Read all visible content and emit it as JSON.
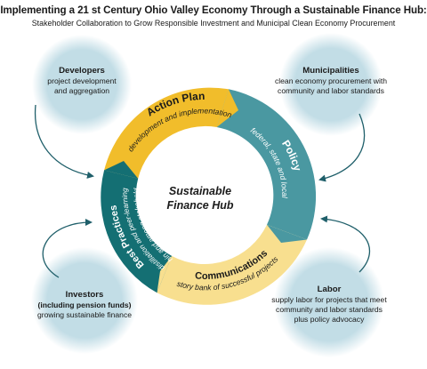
{
  "title": "Implementing a 21 st Century Ohio Valley Economy Through a Sustainable Finance Hub:",
  "subtitle": "Stakeholder Collaboration to Grow Responsible Investment and Municipal Clean Economy Procurement",
  "hub": {
    "line1": "Sustainable",
    "line2": "Finance Hub"
  },
  "segments": [
    {
      "id": "action-plan",
      "heading": "Action Plan",
      "sub": "development and implementation",
      "color": "#f1bd2b"
    },
    {
      "id": "policy",
      "heading": "Policy",
      "sub": "federal, state and local",
      "color": "#4a98a1"
    },
    {
      "id": "communications",
      "heading": "Communications",
      "sub": "story bank of successful projects",
      "color": "#f8df8f"
    },
    {
      "id": "best-practices",
      "heading": "Best Practices",
      "sub1": "distillation and peer-learning",
      "sub2": "within and among stakeholders",
      "color": "#146f73"
    }
  ],
  "stakeholders": {
    "developers": {
      "heading": "Developers",
      "line1": "project development",
      "line2": "and aggregation"
    },
    "municipalities": {
      "heading": "Municipalities",
      "line1": "clean economy procurement with",
      "line2": "community and labor standards"
    },
    "investors": {
      "heading": "Investors",
      "line1": "(including pension funds)",
      "line2": "growing sustainable finance"
    },
    "labor": {
      "heading": "Labor",
      "line1": "supply labor for projects that meet",
      "line2": "community and labor standards",
      "line3": "plus policy advocacy"
    }
  },
  "colors": {
    "blob": "#c2dde6",
    "arrow": "#1f5f6a"
  }
}
